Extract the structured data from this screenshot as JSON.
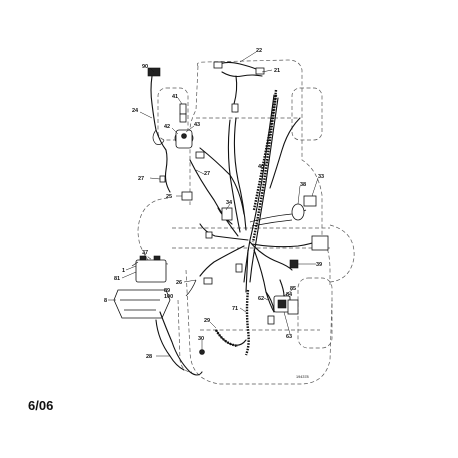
{
  "callouts": {
    "c22": "22",
    "c21": "21",
    "c90": "90",
    "c41": "41",
    "c24": "24",
    "c42": "42",
    "c43": "43",
    "c40": "40",
    "c27a": "27",
    "c27b": "27",
    "c25": "25",
    "c38": "38",
    "c33": "33",
    "c34": "34",
    "c37": "37",
    "c81": "81",
    "c1": "1",
    "c89": "89",
    "c100": "100",
    "c8": "8",
    "c26": "26",
    "c39": "39",
    "c85": "85",
    "c62": "62",
    "c84": "84",
    "c71": "71",
    "c29": "29",
    "c63": "63",
    "c28": "28",
    "c30": "30"
  },
  "drawing_number": "194378",
  "page_number": "6/06"
}
